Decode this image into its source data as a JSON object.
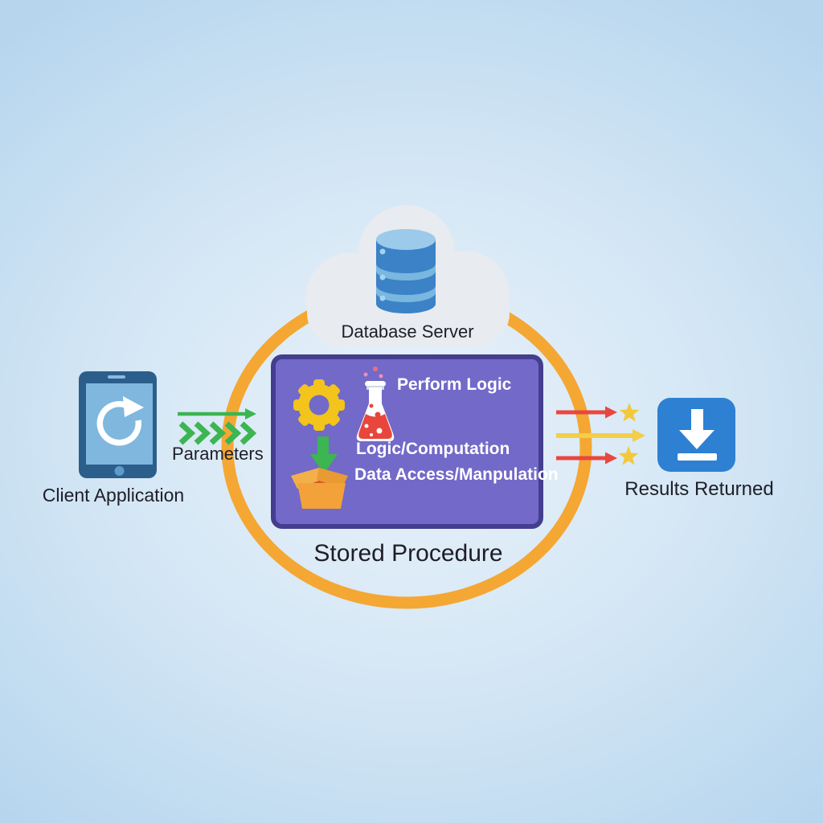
{
  "diagram": {
    "type": "stored-procedure-flow"
  },
  "labels": {
    "database_server": "Database Server",
    "client_application": "Client Application",
    "parameters": "Parameters",
    "results_returned": "Results Returned"
  },
  "stored_procedure": {
    "title": "Stored Procedure",
    "perform_logic": "Perform Logic",
    "logic_computation": "Logic/Computation",
    "data_access": "Data Access/Manpulation"
  },
  "icons": {
    "client": "tablet-refresh-icon",
    "database": "database-cylinder-icon",
    "gear": "gear-icon",
    "flask": "flask-icon",
    "unbox": "arrow-into-open-box-icon",
    "download": "download-icon",
    "parameters_flow": "green-arrow-and-chevrons-icon",
    "results_flow": "red-yellow-arrows-with-stars-icon"
  },
  "colors": {
    "ring_orange": "#f4a733",
    "box_purple": "#7269c8",
    "box_border_purple": "#443e8e",
    "database_blue": "#3b82c6",
    "database_blue_light": "#9ccaeb",
    "cloud_gray": "#e8ebef",
    "parameter_green": "#3cb552",
    "result_red": "#e8473f",
    "result_yellow": "#f3ce47",
    "star_gold": "#f3c93b",
    "tablet_navy": "#2c5e8c",
    "tablet_screen_blue": "#7fb7df",
    "download_blue": "#2d80d2",
    "gear_yellow": "#f2c41c",
    "flask_red": "#e8463c",
    "crate_orange": "#f2a238",
    "text_dark": "#1e1e28",
    "text_white": "#ffffff",
    "background_blue": "#b7d6ee"
  }
}
